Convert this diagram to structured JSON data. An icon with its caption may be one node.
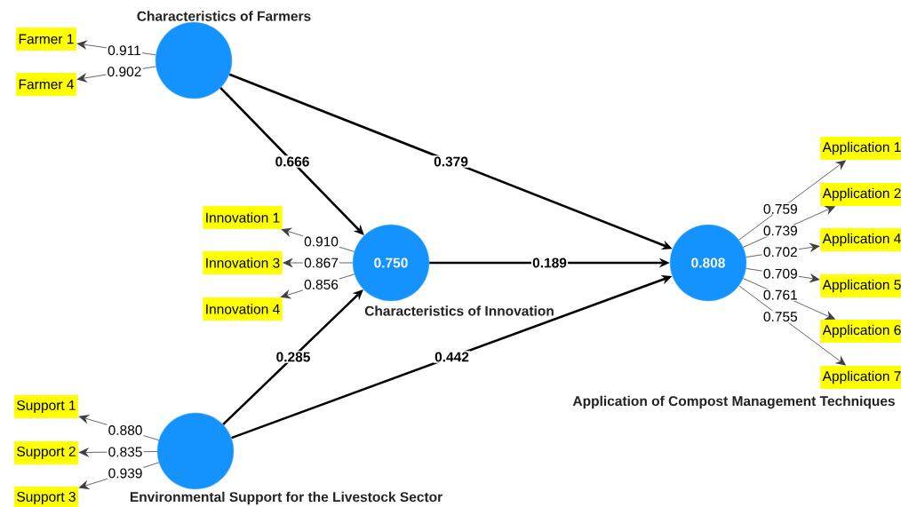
{
  "diagram": {
    "nodes": [
      {
        "text": [],
        "shape": "circle",
        "beside": [
          "Characteristics of Farmers"
        ]
      },
      {
        "text": [
          "Farmer 1"
        ]
      },
      {
        "text": [
          "Farmer 4"
        ]
      },
      {
        "text": [
          "Innovation 1"
        ]
      },
      {
        "text": [
          "Innovation 3"
        ]
      },
      {
        "text": [
          "Innovation 4"
        ]
      },
      {
        "text": [
          "0.750"
        ],
        "beside": [
          "Characteristics of Innovation"
        ]
      },
      {
        "text": [
          "0.808"
        ]
      },
      {
        "text": [
          "Application 1"
        ]
      },
      {
        "text": [
          "Application 2"
        ]
      },
      {
        "text": [
          "Application 4"
        ]
      },
      {
        "text": [
          "Application 5"
        ]
      },
      {
        "text": [
          "Application 6"
        ]
      },
      {
        "text": [
          "Application 7"
        ]
      },
      {
        "text": [],
        "shape": "circle",
        "beside": [
          "Environmental Support for the Livestock Sector"
        ]
      },
      {
        "text": [
          "Support 1"
        ]
      },
      {
        "text": [
          "Support 2"
        ]
      },
      {
        "text": [
          "Support 3"
        ]
      }
    ],
    "edges": [
      {
        "from": 0,
        "to": 1,
        "arrow": "to",
        "label": "0.911"
      },
      {
        "from": 0,
        "to": 2,
        "arrow": "to",
        "label": "0.902"
      },
      {
        "from": 0,
        "to": 6,
        "arrow": "to",
        "label": "0.666",
        "style": "thick"
      },
      {
        "from": 0,
        "to": 7,
        "arrow": "to",
        "label": "0.379",
        "style": "thick"
      },
      {
        "from": 6,
        "to": 3,
        "arrow": "to",
        "label": "0.910"
      },
      {
        "from": 6,
        "to": 4,
        "arrow": "to",
        "label": "0.867"
      },
      {
        "from": 6,
        "to": 5,
        "arrow": "to",
        "label": "0.856"
      },
      {
        "from": 6,
        "to": 7,
        "arrow": "to",
        "label": "0.189",
        "style": "thick"
      },
      {
        "from": 7,
        "to": 8,
        "arrow": "to",
        "label": "0.759"
      },
      {
        "from": 7,
        "to": 9,
        "arrow": "to",
        "label": "0.739"
      },
      {
        "from": 7,
        "to": 10,
        "arrow": "to",
        "label": "0.702"
      },
      {
        "from": 7,
        "to": 11,
        "arrow": "to",
        "label": "0.709"
      },
      {
        "from": 7,
        "to": 12,
        "arrow": "to",
        "label": "0.761"
      },
      {
        "from": 7,
        "to": 13,
        "arrow": "to",
        "label": "0.755"
      },
      {
        "from": 14,
        "to": 6,
        "arrow": "to",
        "label": "0.285",
        "style": "thick"
      },
      {
        "from": 14,
        "to": 7,
        "arrow": "to",
        "label": "0.442",
        "style": "thick"
      },
      {
        "from": 14,
        "to": 15,
        "arrow": "to",
        "label": "0.880"
      },
      {
        "from": 14,
        "to": 16,
        "arrow": "to",
        "label": "0.835"
      },
      {
        "from": 14,
        "to": 17,
        "arrow": "to",
        "label": "0.939"
      }
    ],
    "labels": [
      "Application of Compost Management Techniques"
    ]
  }
}
